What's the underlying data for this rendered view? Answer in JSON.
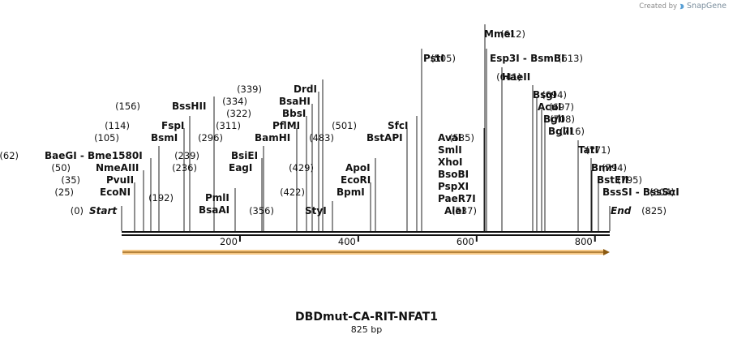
{
  "watermark": {
    "prefix": "Created by",
    "brand": "SnapGene",
    "icon": "snapgene-logo-icon"
  },
  "map": {
    "name": "DBDmut-CA-RIT-NFAT1",
    "length_label": "825 bp",
    "length": 825,
    "start_label": "Start",
    "start_pos": "(0)",
    "end_label": "End",
    "end_pos": "(825)",
    "ticks": [
      {
        "value": 200,
        "label": "200"
      },
      {
        "value": 400,
        "label": "400"
      },
      {
        "value": 600,
        "label": "600"
      },
      {
        "value": 800,
        "label": "800"
      }
    ],
    "feature": {
      "start": 0,
      "end": 825,
      "strand": "forward",
      "color": "#f5a623"
    }
  },
  "sites": [
    {
      "name": "EcoNI",
      "pos": "(25)",
      "site": 25
    },
    {
      "name": "PvuII",
      "pos": "(35)",
      "site": 35
    },
    {
      "name": "NmeAIII",
      "pos": "(50)",
      "site": 50
    },
    {
      "name": "BaeGI  -  Bme1580I",
      "pos": "(62)",
      "site": 62
    },
    {
      "name": "BsmI",
      "pos": "(105)",
      "site": 105
    },
    {
      "name": "FspI",
      "pos": "(114)",
      "site": 114
    },
    {
      "name": "BssHII",
      "pos": "(156)",
      "site": 156
    },
    {
      "name": "PmlI",
      "pos": "(192)",
      "site": 192
    },
    {
      "name": "EagI",
      "pos": "(236)",
      "site": 236
    },
    {
      "name": "BsiEI",
      "pos": "(239)",
      "site": 239
    },
    {
      "name": "BsaAI",
      "pos": "",
      "site": 192
    },
    {
      "name": "BamHI",
      "pos": "(296)",
      "site": 296
    },
    {
      "name": "PflMI",
      "pos": "(311)",
      "site": 311
    },
    {
      "name": "BbsI",
      "pos": "(322)",
      "site": 322
    },
    {
      "name": "BsaHI",
      "pos": "(334)",
      "site": 334
    },
    {
      "name": "DrdI",
      "pos": "(339)",
      "site": 339
    },
    {
      "name": "StyI",
      "pos": "(356)",
      "site": 356
    },
    {
      "name": "BpmI",
      "pos": "(422)",
      "site": 422
    },
    {
      "name": "EcoRI",
      "pos": "",
      "site": 429
    },
    {
      "name": "ApoI",
      "pos": "(429)",
      "site": 429
    },
    {
      "name": "BstAPI",
      "pos": "(483)",
      "site": 483
    },
    {
      "name": "SfcI",
      "pos": "(501)",
      "site": 501
    },
    {
      "name": "PstI",
      "pos": "(505)",
      "site": 505
    },
    {
      "name": "AvaI",
      "pos": "(535)",
      "site": 535
    },
    {
      "name": "SmlI",
      "pos": "",
      "site": 535
    },
    {
      "name": "XhoI",
      "pos": "",
      "site": 535
    },
    {
      "name": "BsoBI",
      "pos": "",
      "site": 535
    },
    {
      "name": "PspXI",
      "pos": "",
      "site": 535
    },
    {
      "name": "PaeR7I",
      "pos": "",
      "site": 535
    },
    {
      "name": "AleI",
      "pos": "(537)",
      "site": 537
    },
    {
      "name": "MmeI",
      "pos": "(612)",
      "site": 612
    },
    {
      "name": "Esp3I  -  BsmBI",
      "pos": "(613)",
      "site": 613
    },
    {
      "name": "HaeII",
      "pos": "(641)",
      "site": 641
    },
    {
      "name": "BsgI",
      "pos": "(694)",
      "site": 694
    },
    {
      "name": "AcuI",
      "pos": "(697)",
      "site": 697
    },
    {
      "name": "BglI",
      "pos": "(708)",
      "site": 708
    },
    {
      "name": "BglII",
      "pos": "(716)",
      "site": 716
    },
    {
      "name": "TatI",
      "pos": "(771)",
      "site": 771
    },
    {
      "name": "BmrI",
      "pos": "(794)",
      "site": 794
    },
    {
      "name": "BstEII",
      "pos": "(795)",
      "site": 795
    },
    {
      "name": "BssSI  -  BssSαI",
      "pos": "(804)",
      "site": 804
    }
  ]
}
